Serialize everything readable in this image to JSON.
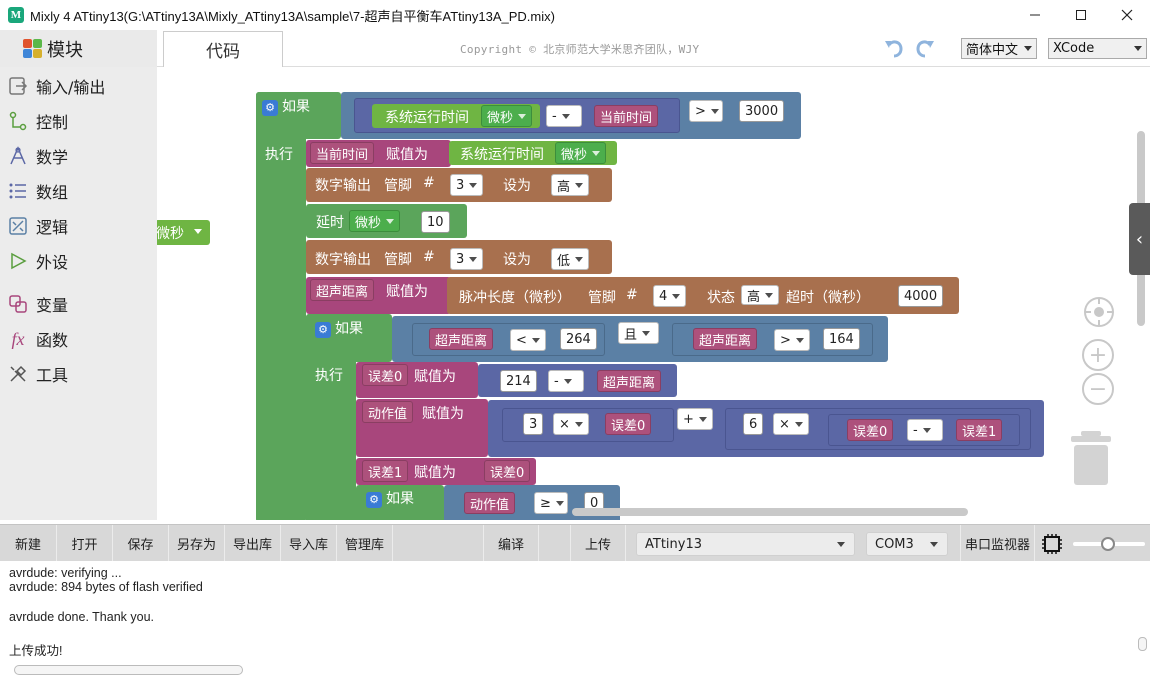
{
  "window": {
    "title": "Mixly 4 ATtiny13(G:\\ATtiny13A\\Mixly_ATtiny13A\\sample\\7-超声自平衡车ATtiny13A_PD.mix)",
    "logo_text": "M"
  },
  "header": {
    "module_label": "模块",
    "code_tab": "代码",
    "copyright": "Copyright © 北京师范大学米思齐团队，WJY",
    "language": "简体中文",
    "theme": "XCode"
  },
  "sidebar": {
    "items": [
      {
        "label": "输入/输出",
        "icon": "io-icon"
      },
      {
        "label": "控制",
        "icon": "control-icon"
      },
      {
        "label": "数学",
        "icon": "math-icon"
      },
      {
        "label": "数组",
        "icon": "list-icon"
      },
      {
        "label": "逻辑",
        "icon": "logic-icon"
      },
      {
        "label": "外设",
        "icon": "play-icon"
      },
      {
        "label": "变量",
        "icon": "variable-icon"
      },
      {
        "label": "函数",
        "icon": "function-icon"
      },
      {
        "label": "工具",
        "icon": "tools-icon"
      }
    ]
  },
  "blocks": {
    "if1": "如果",
    "do1": "执行",
    "sys_time": "系统运行时间",
    "micros": "微秒",
    "minus": "-",
    "cur_time": "当前时间",
    "gt": ">",
    "n3000": "3000",
    "assign_label": "赋值为",
    "digital_out": "数字输出",
    "pin": "管脚",
    "hash": "#",
    "pin3": "3",
    "set_to": "设为",
    "high": "高",
    "low": "低",
    "delay": "延时",
    "n10": "10",
    "stray_micros": "微秒",
    "ultra_dist": "超声距离",
    "pulse_len": "脉冲长度（微秒）",
    "pin4": "4",
    "state": "状态",
    "timeout": "超时（微秒）",
    "n4000": "4000",
    "if2": "如果",
    "do2": "执行",
    "lt": "<",
    "n264": "264",
    "and": "且",
    "n164": "164",
    "err0": "误差0",
    "n214": "214",
    "action_val": "动作值",
    "n3": "3",
    "times": "×",
    "plus": "+",
    "n6": "6",
    "err1": "误差1",
    "if3": "如果",
    "gte": "≥",
    "n0": "0"
  },
  "toolbar": {
    "new": "新建",
    "open": "打开",
    "save": "保存",
    "save_as": "另存为",
    "export_lib": "导出库",
    "import_lib": "导入库",
    "manage_lib": "管理库",
    "compile": "编译",
    "upload": "上传",
    "board": "ATtiny13",
    "port": "COM3",
    "serial_monitor": "串口监视器"
  },
  "console": {
    "lines": [
      "avrdude: verifying ...",
      "avrdude: 894 bytes of flash verified",
      "",
      "avrdude done.  Thank you.",
      "",
      "上传成功!"
    ]
  },
  "colors": {
    "control_green": "#5ba55b",
    "variable_magenta": "#a8467c",
    "io_brown": "#a8704e",
    "math_blue": "#5b67a5",
    "logic_blue": "#5b80a5",
    "micros_green": "#6fb543"
  }
}
